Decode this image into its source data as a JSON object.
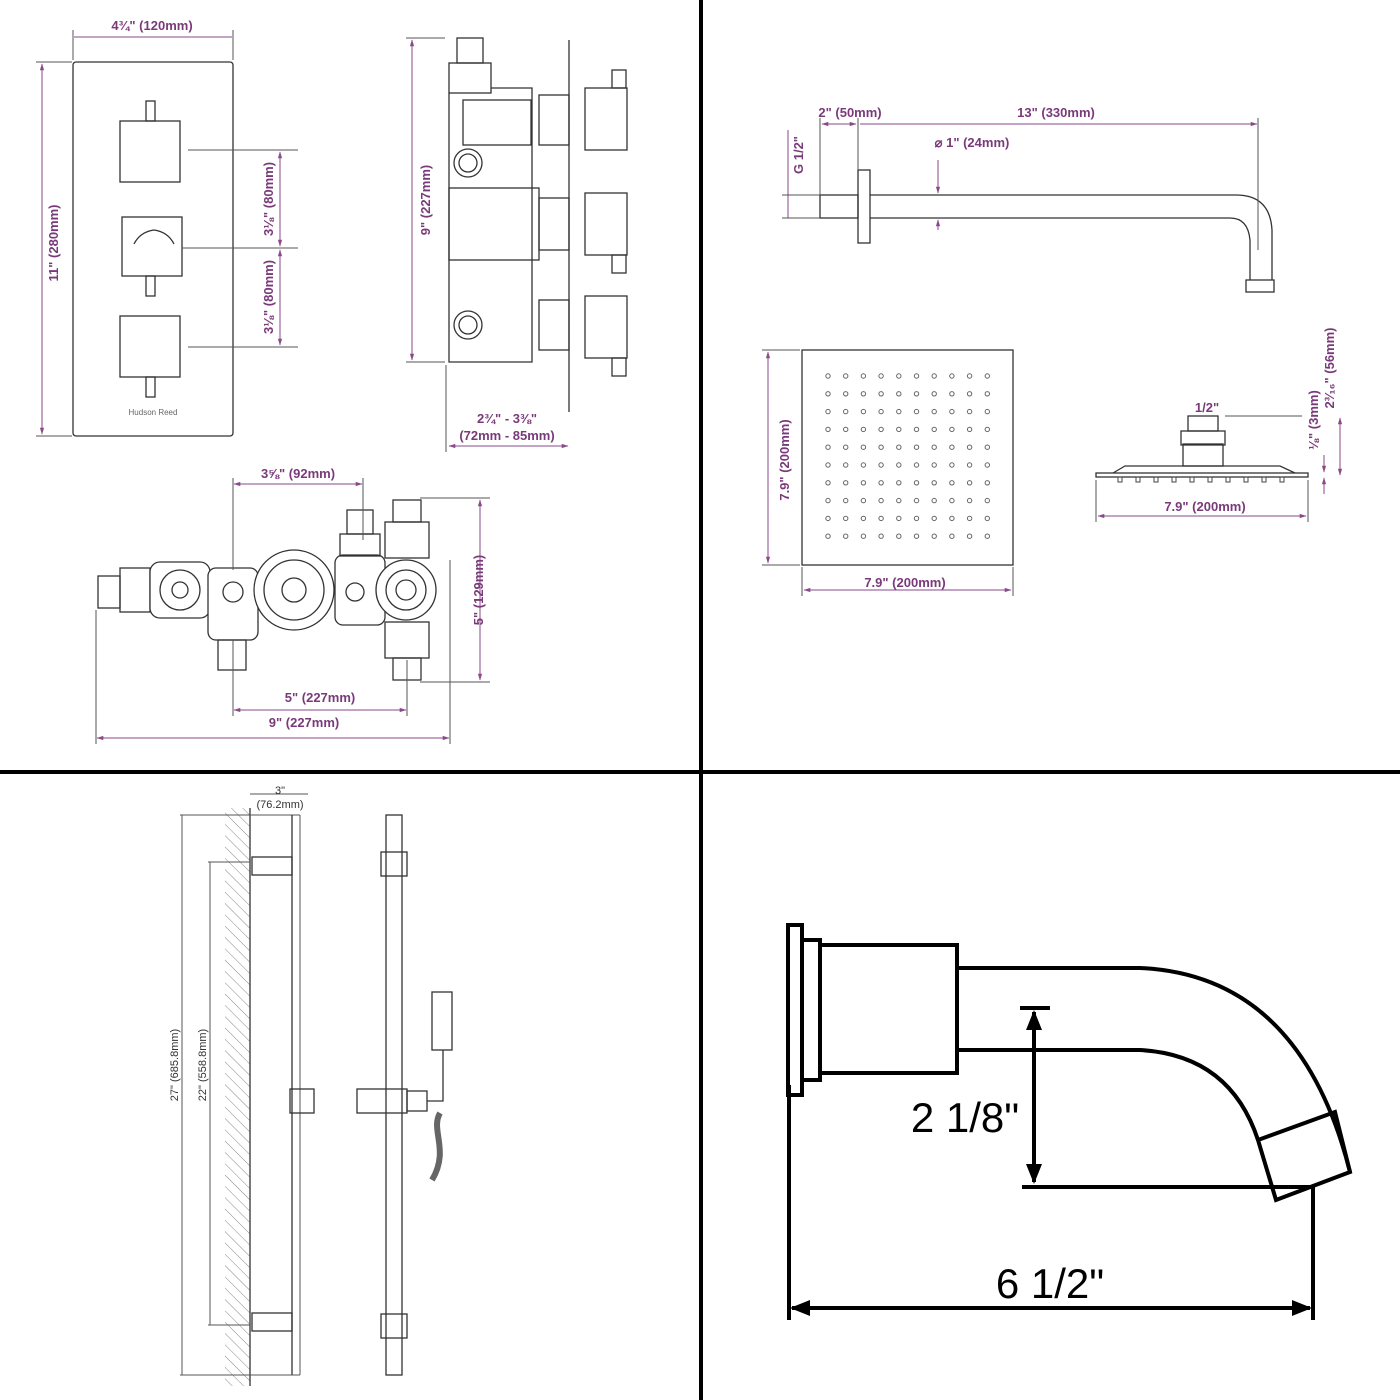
{
  "colors": {
    "dimension": "#7a3a7a",
    "lines": "#333333",
    "divider": "#000000"
  },
  "valve": {
    "plate_width": "4¾\" (120mm)",
    "plate_height": "11\" (280mm)",
    "spacing_upper": "3⅛\" (80mm)",
    "spacing_lower": "3⅛\" (80mm)",
    "brand": "Hudson Reed",
    "side_height": "9\" (227mm)",
    "depth_in": "2¾\" - 3⅜\"",
    "depth_mm": "(72mm - 85mm)",
    "inlet_spacing": "3⅝\" (92mm)",
    "body_height": "5\" (129mm)",
    "outlet_spacing": "5\" (227mm)",
    "body_width": "9\" (227mm)"
  },
  "shower_arm": {
    "flange_length": "2\" (50mm)",
    "arm_length": "13\" (330mm)",
    "diameter": "⌀ 1\" (24mm)",
    "thread": "G 1/2\""
  },
  "shower_head": {
    "height": "7.9\" (200mm)",
    "width": "7.9\" (200mm)",
    "side_width": "7.9\" (200mm)",
    "connector": "1/2\"",
    "plate_thickness": "⅛\" (3mm)",
    "total_height": "2³⁄₁₆\" (56mm)"
  },
  "riser_rail": {
    "projection_in": "3\"",
    "projection_mm": "(76.2mm)",
    "total_length": "27\" (685.8mm)",
    "bracket_spacing": "22\" (558.8mm)"
  },
  "bath_spout": {
    "height": "2 1/8\"",
    "length": "6 1/2\""
  }
}
